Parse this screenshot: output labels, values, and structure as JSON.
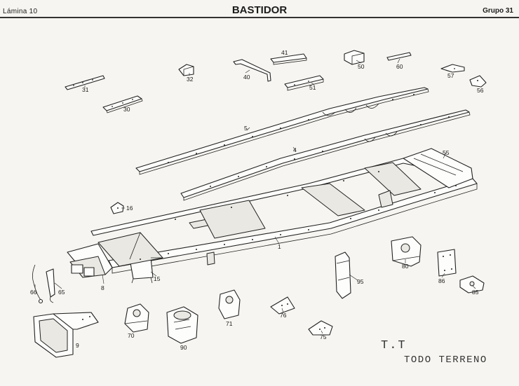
{
  "header": {
    "plate": "Lámina 10",
    "title": "BASTIDOR",
    "group": "Grupo 31"
  },
  "stamp": {
    "line1": "T.T",
    "line2": "TODO TERRENO"
  },
  "parts": [
    {
      "ref": "1",
      "description": "chassis frame assembly"
    },
    {
      "ref": "4",
      "description": "long side member"
    },
    {
      "ref": "5",
      "description": "long side member"
    },
    {
      "ref": "8",
      "description": "front cross member"
    },
    {
      "ref": "9",
      "description": "bumper bracket"
    },
    {
      "ref": "15",
      "description": "bracket"
    },
    {
      "ref": "16",
      "description": "bracket"
    },
    {
      "ref": "30",
      "description": "gusset"
    },
    {
      "ref": "31",
      "description": "gusset"
    },
    {
      "ref": "32",
      "description": "bracket"
    },
    {
      "ref": "40",
      "description": "cross member"
    },
    {
      "ref": "41",
      "description": "plate"
    },
    {
      "ref": "50",
      "description": "bracket"
    },
    {
      "ref": "51",
      "description": "plate"
    },
    {
      "ref": "55",
      "description": "rear frame section"
    },
    {
      "ref": "56",
      "description": "bracket"
    },
    {
      "ref": "57",
      "description": "plate"
    },
    {
      "ref": "60",
      "description": "plate"
    },
    {
      "ref": "65",
      "description": "tow hook"
    },
    {
      "ref": "66",
      "description": "cable"
    },
    {
      "ref": "70",
      "description": "spring hanger"
    },
    {
      "ref": "71",
      "description": "spring hanger"
    },
    {
      "ref": "75",
      "description": "gusset plate"
    },
    {
      "ref": "76",
      "description": "gusset plate"
    },
    {
      "ref": "80",
      "description": "spring hanger"
    },
    {
      "ref": "85",
      "description": "bracket"
    },
    {
      "ref": "86",
      "description": "plate"
    },
    {
      "ref": "90",
      "description": "spring hanger"
    },
    {
      "ref": "95",
      "description": "bracket"
    }
  ]
}
